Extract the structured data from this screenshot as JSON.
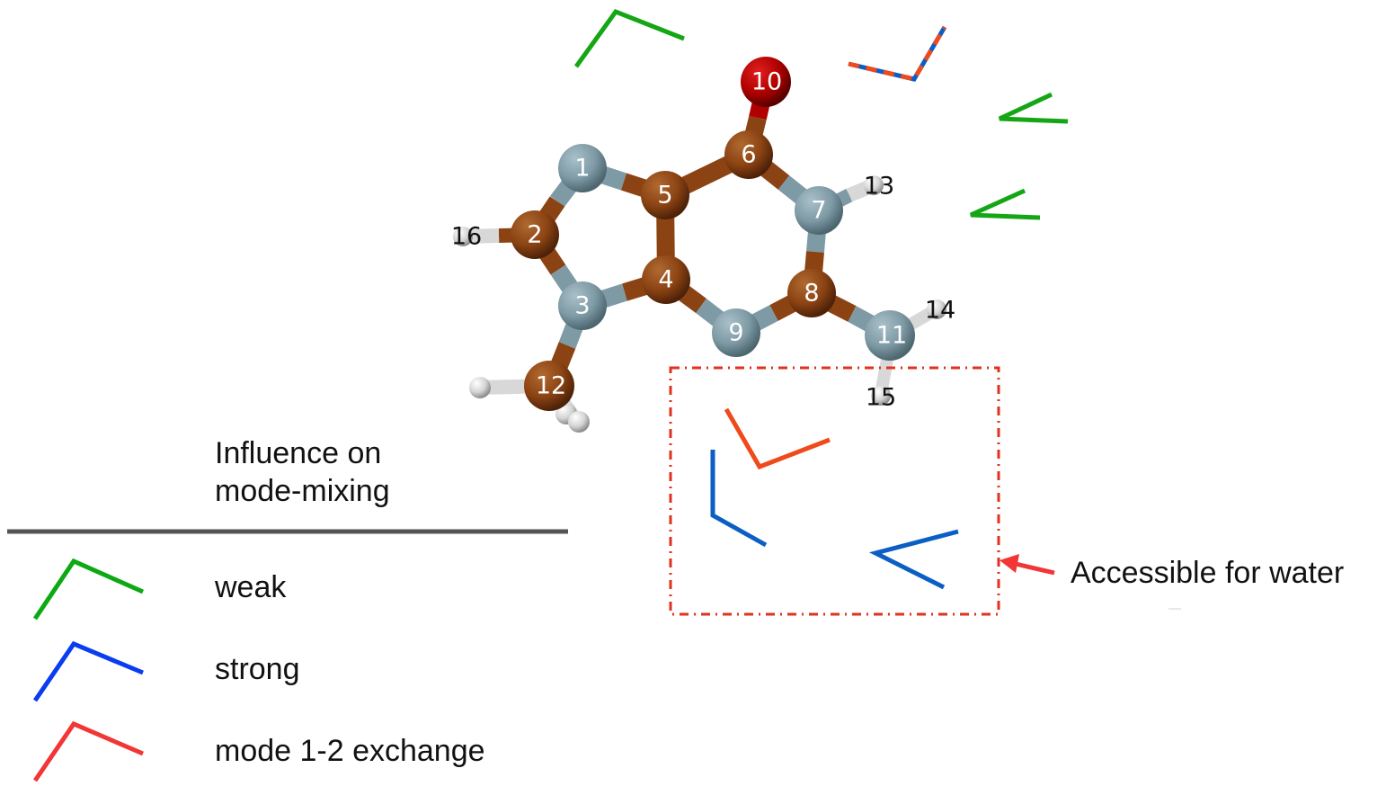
{
  "legend": {
    "title_line1": "Influence on",
    "title_line2": "mode-mixing",
    "items": [
      {
        "label": "weak",
        "color": "#0ca912"
      },
      {
        "label": "strong",
        "color": "#0a3cf0"
      },
      {
        "label": "mode 1-2 exchange",
        "color": "#f23535"
      }
    ]
  },
  "callout": {
    "text": "Accessible for water",
    "arrow_color": "#f23535",
    "box_color": "#e0321e"
  },
  "molecule": {
    "atom_labels": [
      "1",
      "2",
      "3",
      "4",
      "5",
      "6",
      "7",
      "8",
      "9",
      "10",
      "11",
      "12"
    ],
    "hydrogen_labels": [
      "13",
      "14",
      "15",
      "16"
    ],
    "colors": {
      "nitrogen": "#7e9aa5",
      "carbon": "#8b4313",
      "oxygen": "#b00000",
      "hydrogen": "#d8d8d8"
    }
  },
  "angle_markers": {
    "colors": {
      "weak": "#14a614",
      "strong": "#0b5fc4",
      "exchange": "#f04a1c"
    }
  }
}
